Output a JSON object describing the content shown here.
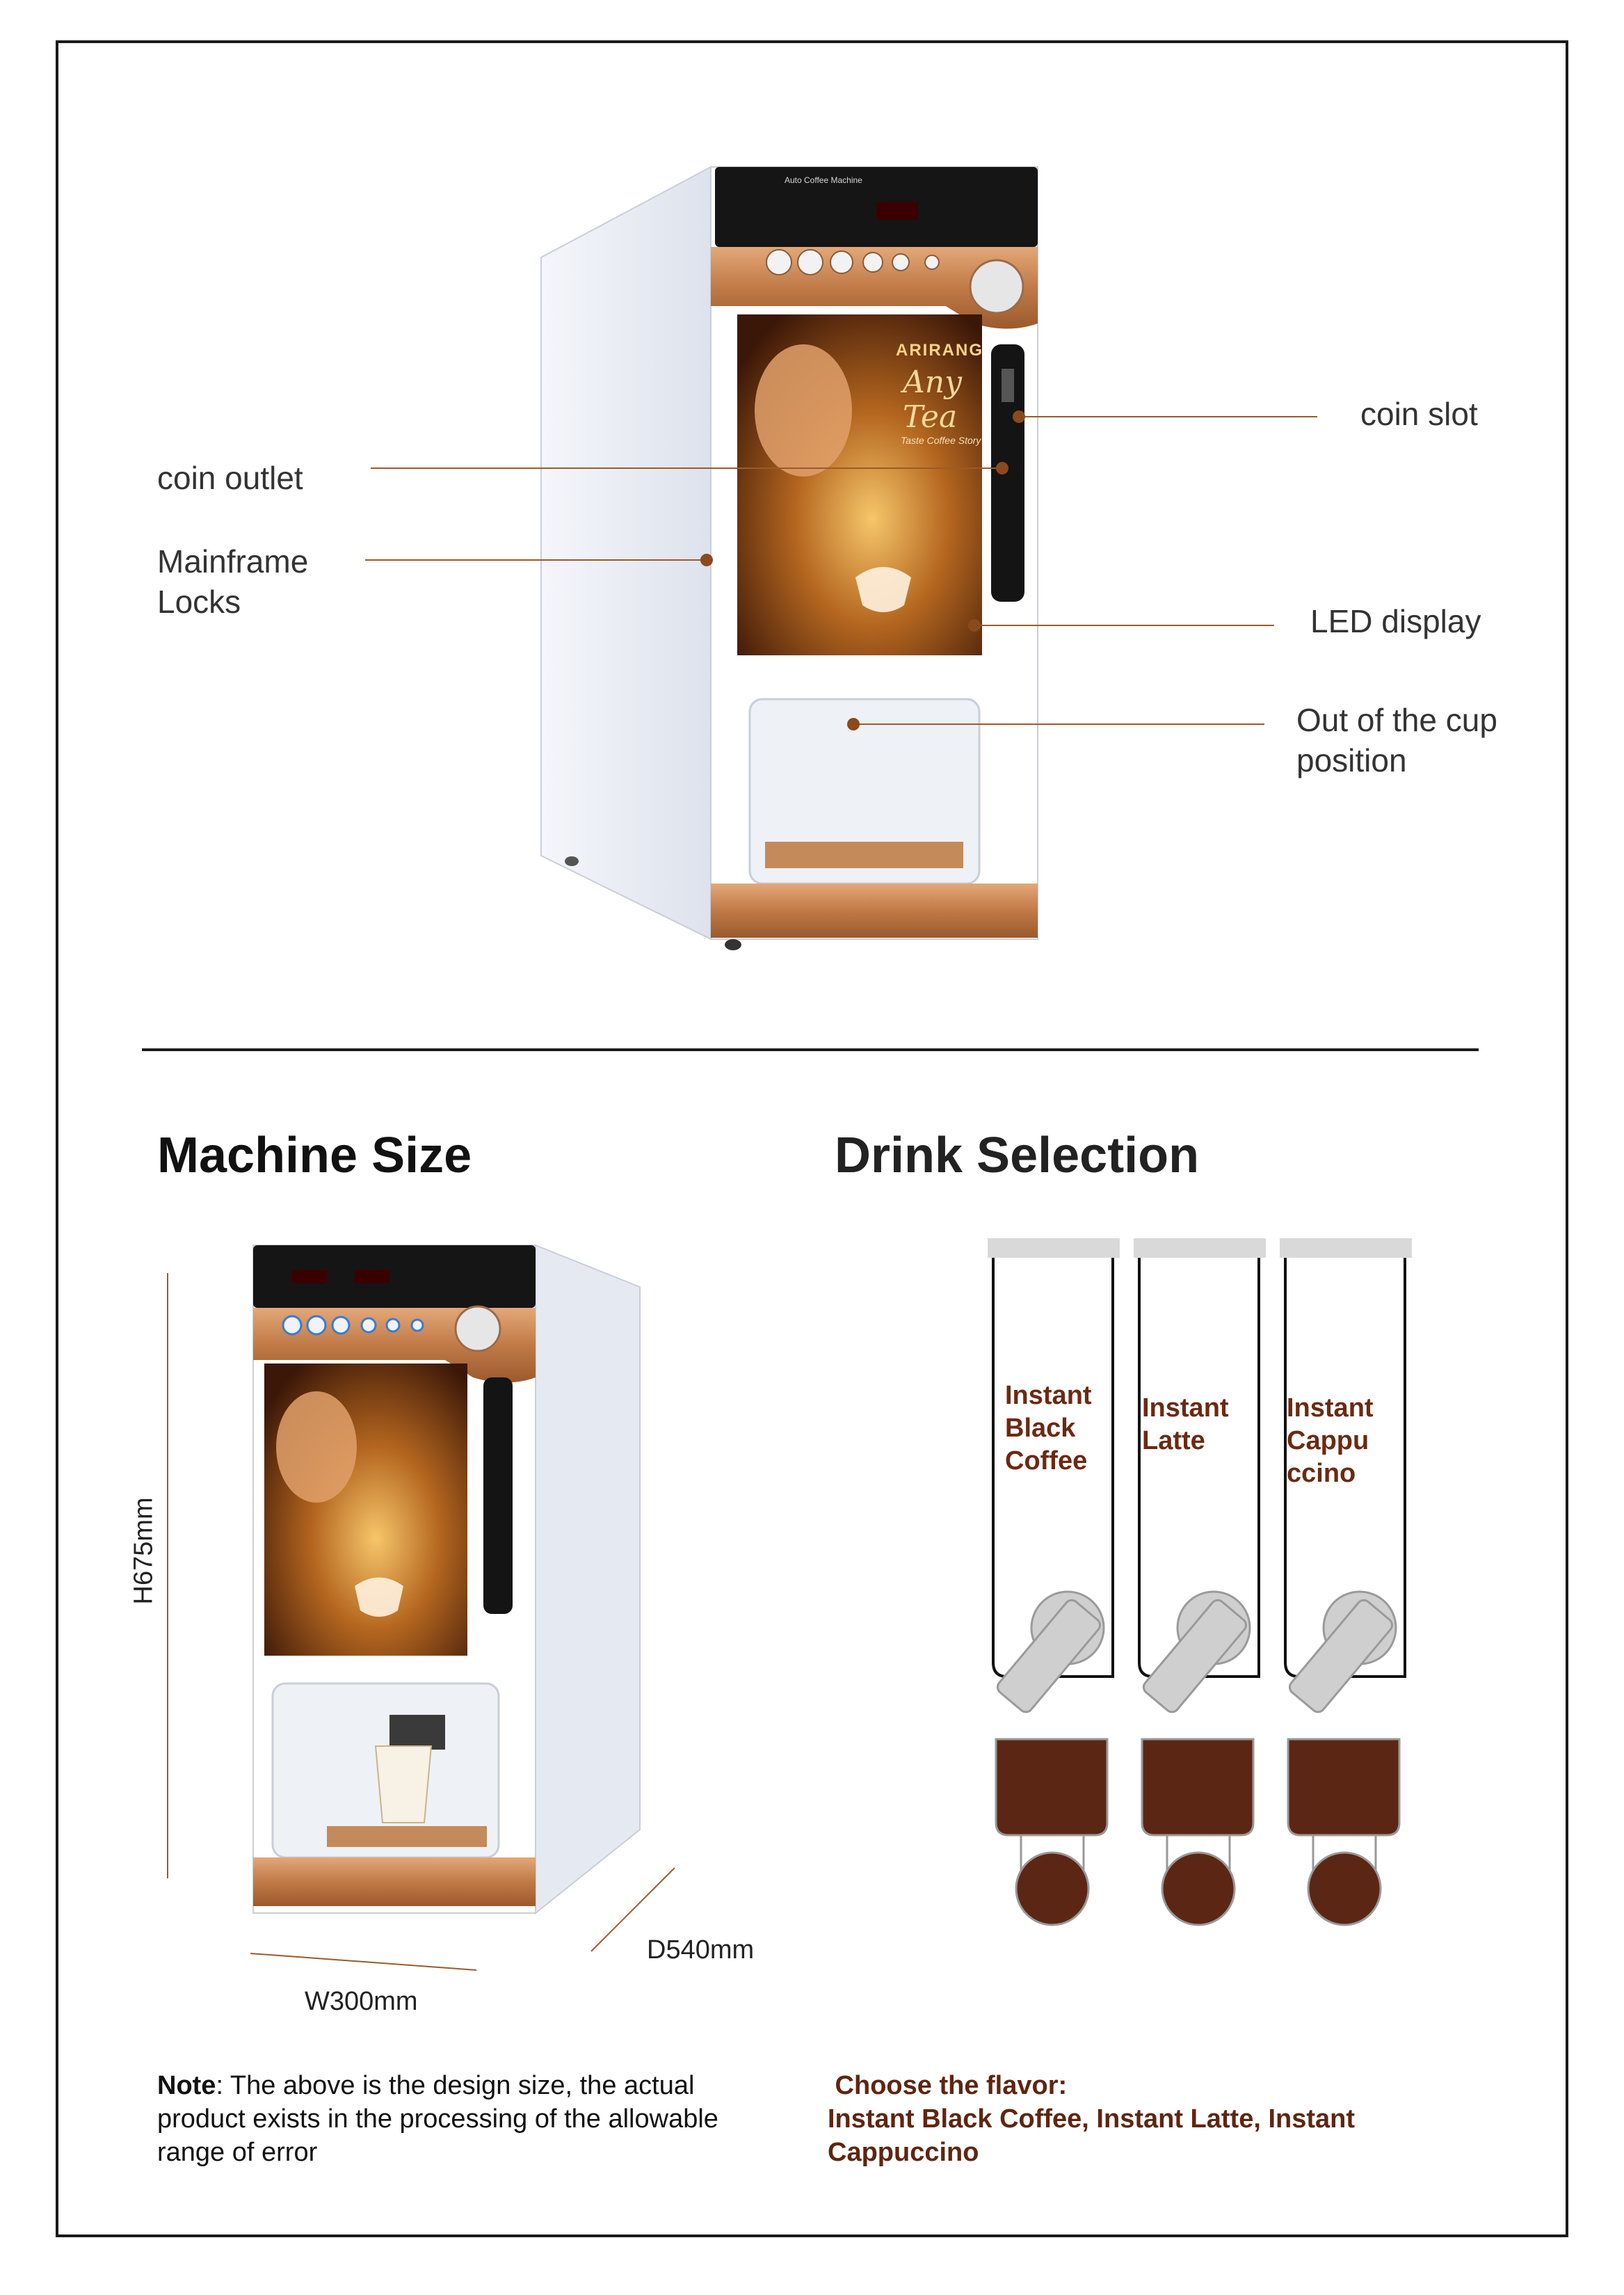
{
  "colors": {
    "accent": "#9a5b2c",
    "coffee": "#5c2614",
    "gold": "#c8874d",
    "text_brown": "#6b2a12"
  },
  "top_section": {
    "machine_panel": {
      "brand": "ARIRANG",
      "script_title": "Any Tea",
      "tagline": "Taste Coffee Story",
      "header_label": "Auto Coffee Machine"
    },
    "callouts": {
      "coin_outlet": "coin outlet",
      "mainframe_locks": "Mainframe\n Locks",
      "coin_slot": "coin slot",
      "led_display": "LED display",
      "cup_position": "Out of the cup\n position"
    }
  },
  "machine_size": {
    "heading": "Machine Size",
    "height": "H675mm",
    "width": "W300mm",
    "depth": "D540mm",
    "note_bold": "Note",
    "note_text": ": The above is the design size, the actual product exists in the processing of the allowable range of error"
  },
  "drink_selection": {
    "heading": "Drink Selection",
    "canisters": [
      {
        "label": "Instant\nBlack\nCoffee"
      },
      {
        "label": "Instant\nLatte"
      },
      {
        "label": " Instant\nCappu\nccino"
      }
    ],
    "choose_title": " Choose the flavor:",
    "choose_list": "Instant Black Coffee, Instant Latte, Instant Cappuccino"
  }
}
